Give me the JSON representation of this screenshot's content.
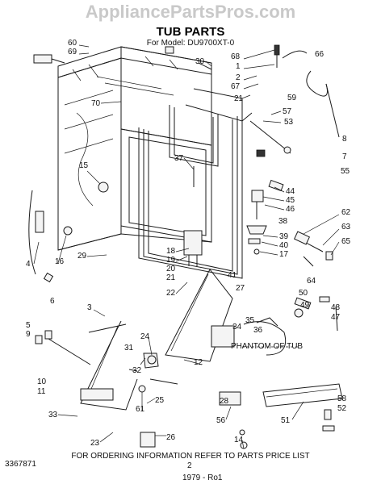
{
  "header": {
    "watermark": "AppliancePartsPros.com",
    "title": "TUB PARTS",
    "model_line": "For Model: DU9700XT-0"
  },
  "annotations": {
    "phantom_tub": "PHANTOM OF TUB"
  },
  "footer": {
    "doc_number": "3367871",
    "ordering_note": "FOR ORDERING INFORMATION REFER TO PARTS PRICE LIST",
    "page_number": "2",
    "date_mark": "1979 - Ro1"
  },
  "callouts": [
    "60",
    "69",
    "30",
    "68",
    "1",
    "66",
    "2",
    "67",
    "70",
    "21",
    "59",
    "57",
    "53",
    "8",
    "7",
    "55",
    "15",
    "37",
    "44",
    "45",
    "46",
    "38",
    "62",
    "63",
    "39",
    "40",
    "17",
    "65",
    "18",
    "19",
    "20",
    "21",
    "22",
    "41",
    "27",
    "64",
    "50",
    "4",
    "16",
    "6",
    "29",
    "3",
    "49",
    "48",
    "47",
    "5",
    "9",
    "24",
    "31",
    "11",
    "34",
    "35",
    "36",
    "32",
    "12",
    "10",
    "25",
    "61",
    "26",
    "28",
    "56",
    "58",
    "52",
    "51",
    "33",
    "23",
    "14"
  ]
}
